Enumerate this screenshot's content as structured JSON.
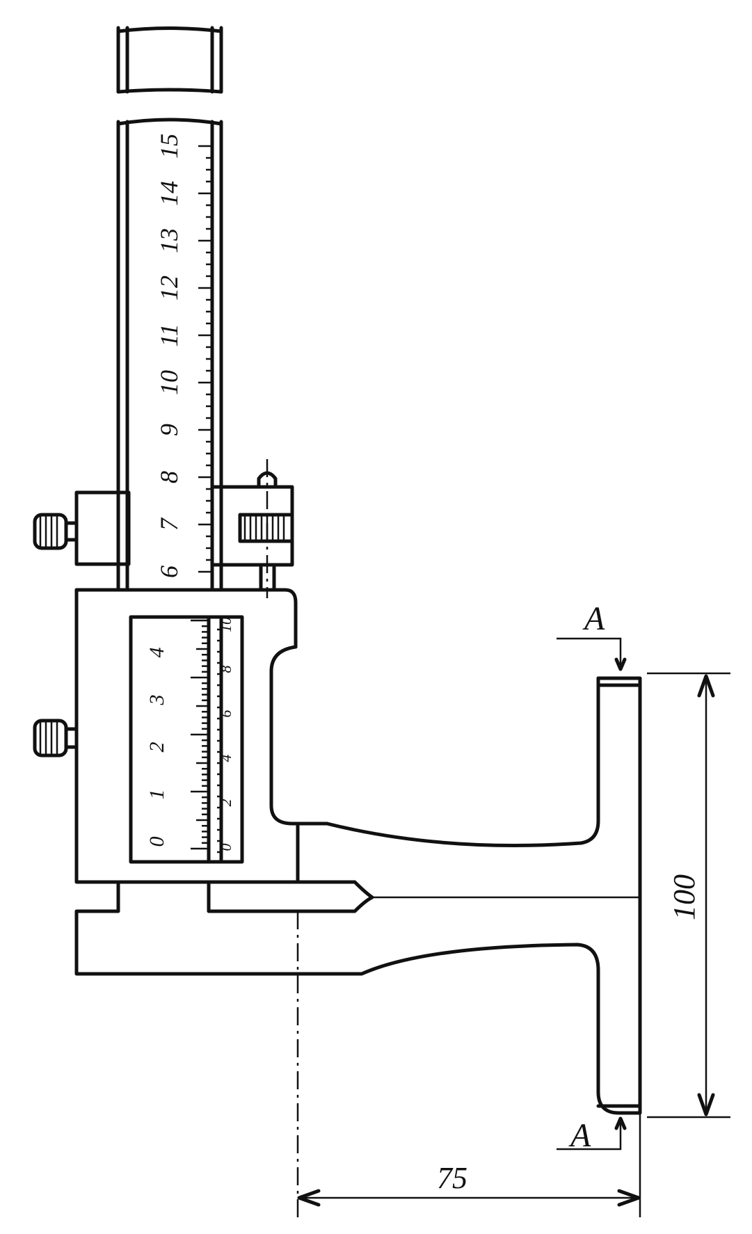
{
  "drawing": {
    "main_scale": {
      "labels": [
        "6",
        "7",
        "8",
        "9",
        "10",
        "11",
        "12",
        "13",
        "14",
        "15"
      ]
    },
    "vernier_primary": {
      "labels": [
        "0",
        "1",
        "2",
        "3",
        "4"
      ]
    },
    "vernier_secondary": {
      "labels": [
        "0",
        "2",
        "4",
        "6",
        "8",
        "10"
      ]
    },
    "dimensions": {
      "width": "75",
      "height": "100"
    },
    "section_marks": {
      "top": "A",
      "bottom": "A"
    }
  }
}
